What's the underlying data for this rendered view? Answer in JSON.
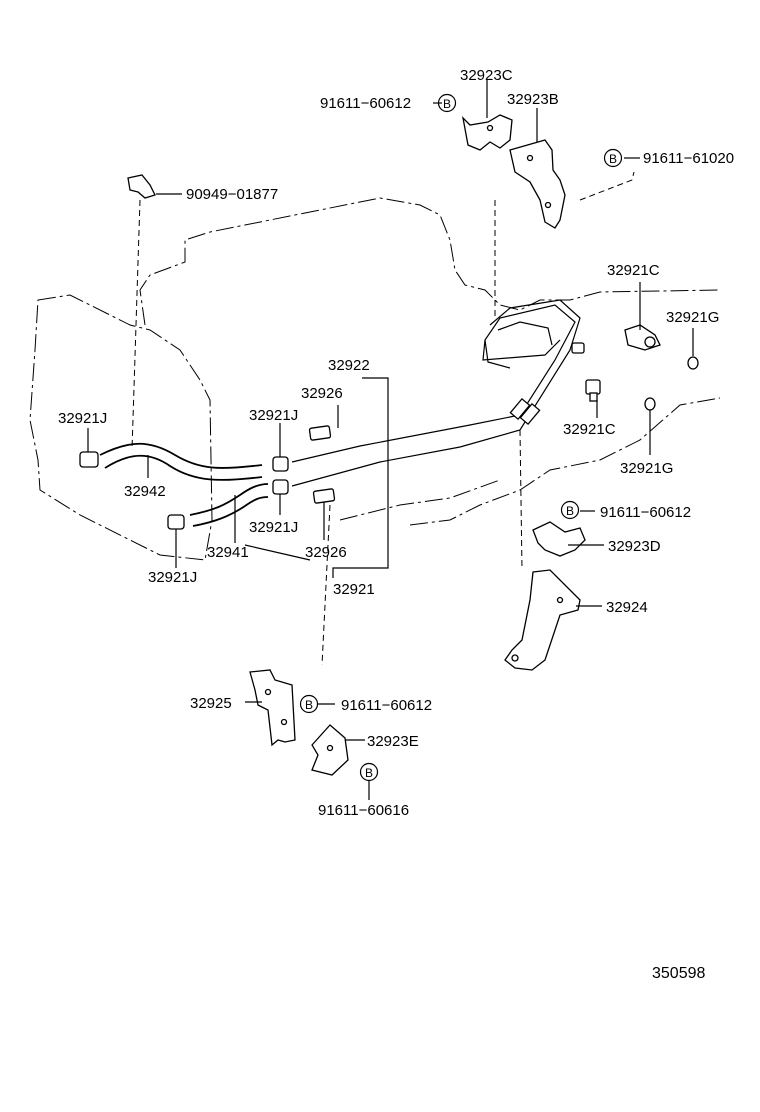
{
  "diagram": {
    "reference_number": "350598",
    "labels": {
      "l_32923c": "32923C",
      "l_91611_60612_top": "91611−60612",
      "l_32923b": "32923B",
      "l_91611_61020": "91611−61020",
      "l_90949_01877": "90949−01877",
      "l_32921c_top": "32921C",
      "l_32921g_top": "32921G",
      "l_32922": "32922",
      "l_32926_top": "32926",
      "l_32921j_left": "32921J",
      "l_32921j_mid_top": "32921J",
      "l_32921c_mid": "32921C",
      "l_32921g_mid": "32921G",
      "l_32942": "32942",
      "l_32921j_mid_bot": "32921J",
      "l_32941": "32941",
      "l_32926_bot": "32926",
      "l_32921j_bot": "32921J",
      "l_32921": "32921",
      "l_91611_60612_right": "91611−60612",
      "l_32923d": "32923D",
      "l_32924": "32924",
      "l_32925": "32925",
      "l_91611_60612_bot": "91611−60612",
      "l_32923e": "32923E",
      "l_91611_60616": "91611−60616"
    },
    "bolt_marker": "B"
  }
}
